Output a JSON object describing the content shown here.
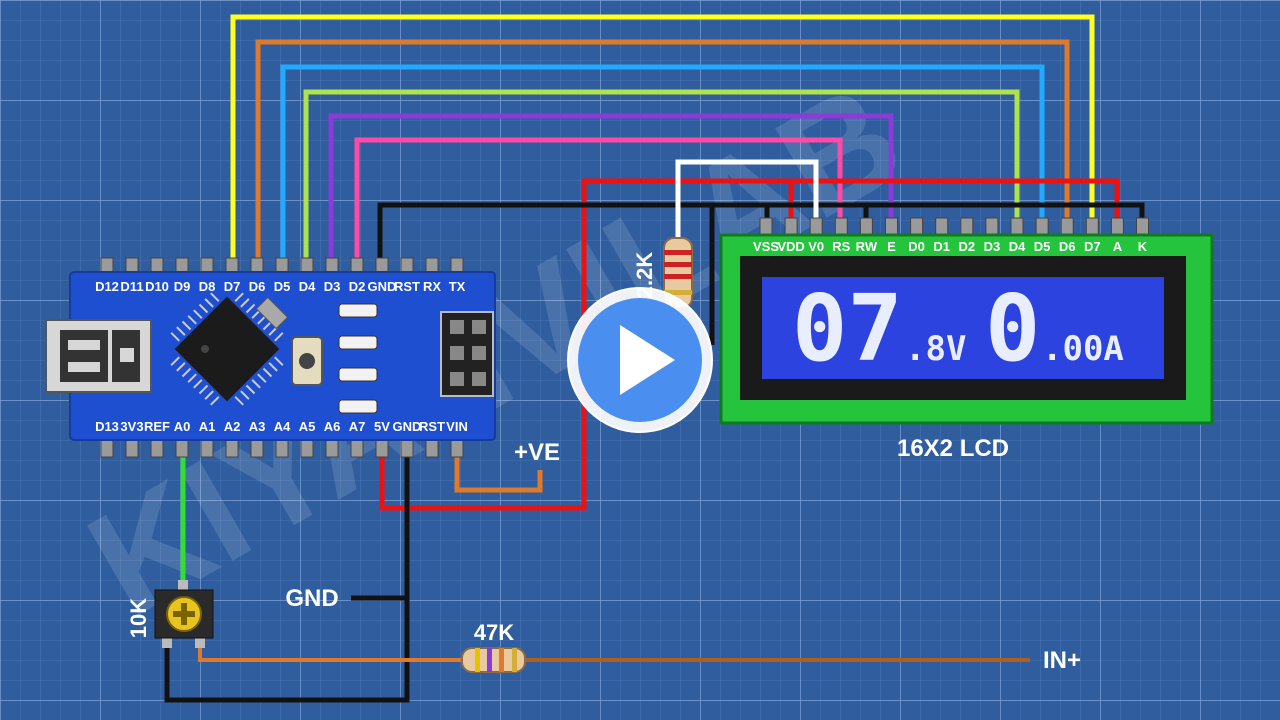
{
  "watermark": "KIYANVILAB",
  "arduino": {
    "top_pins": [
      "D12",
      "D11",
      "D10",
      "D9",
      "D8",
      "D7",
      "D6",
      "D5",
      "D4",
      "D3",
      "D2",
      "GND",
      "RST",
      "RX",
      "TX"
    ],
    "bottom_pins": [
      "D13",
      "3V3",
      "REF",
      "A0",
      "A1",
      "A2",
      "A3",
      "A4",
      "A5",
      "A6",
      "A7",
      "5V",
      "GND",
      "RST",
      "VIN"
    ]
  },
  "lcd": {
    "pins": [
      "VSS",
      "VDD",
      "V0",
      "RS",
      "RW",
      "E",
      "D0",
      "D1",
      "D2",
      "D3",
      "D4",
      "D5",
      "D6",
      "D7",
      "A",
      "K"
    ],
    "caption": "16X2 LCD",
    "big_volts": "07",
    "volts_decimal": ".8V",
    "big_amps": "0",
    "amps_decimal": ".00A"
  },
  "labels": {
    "positive": "+VE",
    "ground": "GND",
    "input": "IN+",
    "pot_value": "10K",
    "resistor_47k": "47K",
    "resistor_2k2": "2.2K"
  },
  "colors": {
    "background": "#2f5d9e",
    "board": "#1f4fd1",
    "lcd_frame": "#24c43c",
    "lcd_screen": "#2d43e0",
    "wire_yellow": "#ffff22",
    "wire_orange": "#e07a2a",
    "wire_blue": "#22aaff",
    "wire_lime": "#aee34a",
    "wire_purple": "#8a3bd8",
    "wire_pink": "#ff4aa6",
    "wire_red": "#ee1111",
    "wire_black": "#111111",
    "wire_green": "#33dd33",
    "wire_brown": "#b0601e"
  }
}
